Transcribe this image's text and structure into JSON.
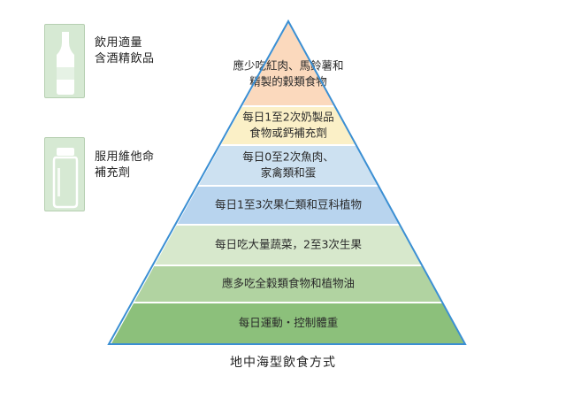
{
  "side_notes": [
    {
      "label_lines": [
        "飲用適量",
        "含酒精飲品"
      ],
      "icon": "bottle-icon"
    },
    {
      "label_lines": [
        "服用維他命",
        "補充劑"
      ],
      "icon": "jar-icon"
    }
  ],
  "pyramid": {
    "tiers": [
      {
        "lines": [
          "應少吃紅肉、馬鈴薯和",
          "精製的穀類食物"
        ],
        "color": "#fbd9bd"
      },
      {
        "lines": [
          "每日1至2次奶製品",
          "食物或鈣補充劑"
        ],
        "color": "#fbf0c7"
      },
      {
        "lines": [
          "每日0至2次魚肉、",
          "家禽類和蛋"
        ],
        "color": "#cde1f1"
      },
      {
        "lines": [
          "每日1至3次果仁類和豆科植物"
        ],
        "color": "#b8d4ee"
      },
      {
        "lines": [
          "每日吃大量蔬菜，2至3次生果"
        ],
        "color": "#d7e8cc"
      },
      {
        "lines": [
          "應多吃全穀類食物和植物油"
        ],
        "color": "#b1d3a1"
      },
      {
        "lines": [
          "每日運動・控制體重"
        ],
        "color": "#8cc07b"
      }
    ],
    "divider_color": "#ffffff",
    "outline_color": "#3b8fd3"
  },
  "caption": "地中海型飲食方式"
}
